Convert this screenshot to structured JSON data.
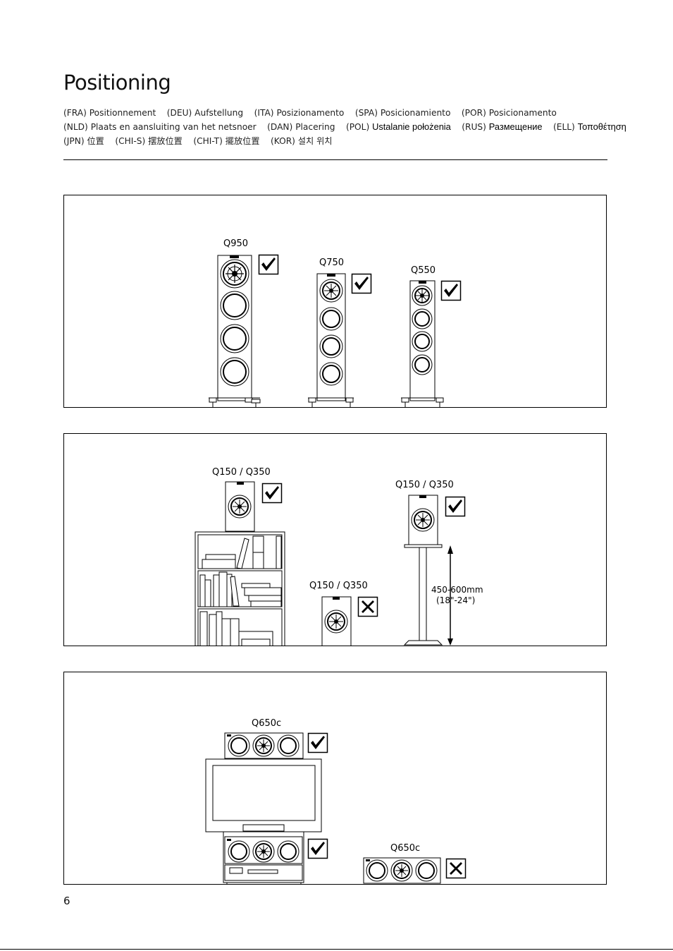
{
  "page": {
    "title": "Positioning",
    "page_number": "6"
  },
  "languages": {
    "line1": [
      {
        "code": "(FRA)",
        "text": "Positionnement"
      },
      {
        "code": "(DEU)",
        "text": "Aufstellung"
      },
      {
        "code": "(ITA)",
        "text": "Posizionamento"
      },
      {
        "code": "(SPA)",
        "text": "Posicionamiento"
      },
      {
        "code": "(POR)",
        "text": "Posicionamento"
      }
    ],
    "line2": [
      {
        "code": "(NLD)",
        "text": "Plaats en aansluiting van het netsnoer"
      },
      {
        "code": "(DAN)",
        "text": "Placering"
      },
      {
        "code": "(POL)",
        "text": "Ustalanie położenia"
      },
      {
        "code": "(RUS)",
        "text": "Размещение"
      },
      {
        "code": "(ELL)",
        "text": "Τοποθέτηση"
      }
    ],
    "line3": [
      {
        "code": "(JPN)",
        "text": "位置"
      },
      {
        "code": "(CHI-S)",
        "text": "摆放位置"
      },
      {
        "code": "(CHI-T)",
        "text": "擺放位置"
      },
      {
        "code": "(KOR)",
        "text": "설치 위치"
      }
    ]
  },
  "panel1": {
    "models": [
      "Q950",
      "Q750",
      "Q550"
    ]
  },
  "panel2": {
    "shelf_label": "Q150 / Q350",
    "floor_label": "Q150 / Q350",
    "stand_label": "Q150 / Q350",
    "height_metric": "450-600mm",
    "height_imperial": "(18\"-24\")"
  },
  "panel3": {
    "top_label": "Q650c",
    "floor_label": "Q650c"
  },
  "marks": {
    "ok": "check-mark",
    "not_ok": "cross-mark"
  }
}
